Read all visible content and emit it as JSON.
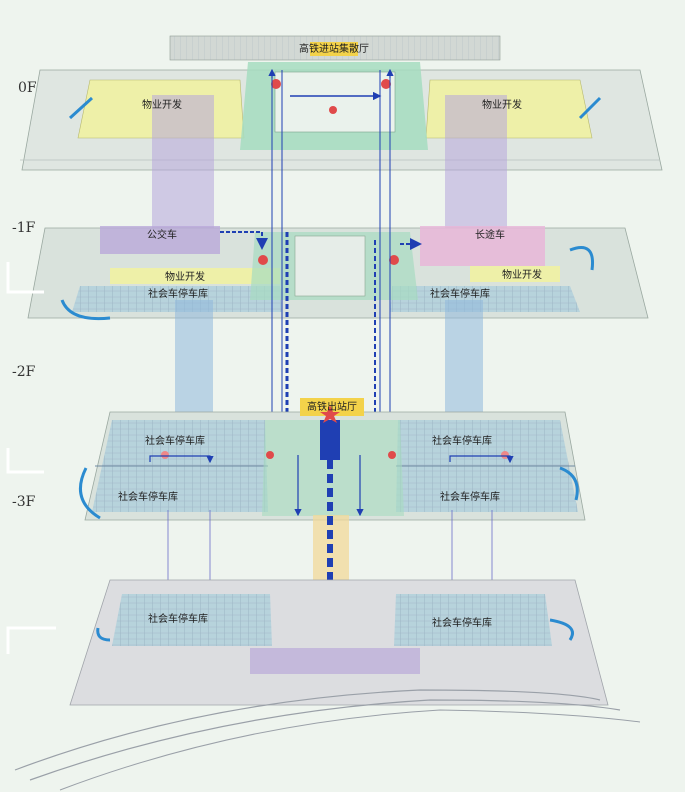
{
  "levels": {
    "l0": "0F",
    "l1": "-1F",
    "l2": "-2F",
    "l3": "-3F"
  },
  "labels": {
    "departure_hall": "高铁进站集散厅",
    "property_dev": "物业开发",
    "bus": "公交车",
    "coach": "长途车",
    "social_parking": "社会车停车库",
    "arrival_hall": "高铁出站厅"
  },
  "colors": {
    "floor": "#d9e2dc",
    "parking": "#b7d3dc",
    "property": "#eef0a8",
    "center_green": "#a6dcc0",
    "purple_column": "#b7a6dc",
    "blue_column": "#8fb8dc",
    "yellow_column": "#f2d99a",
    "hall_yellow": "#f3d24a",
    "arrow_blue": "#1f3fb3",
    "coach_pink": "#e8b6d8"
  }
}
